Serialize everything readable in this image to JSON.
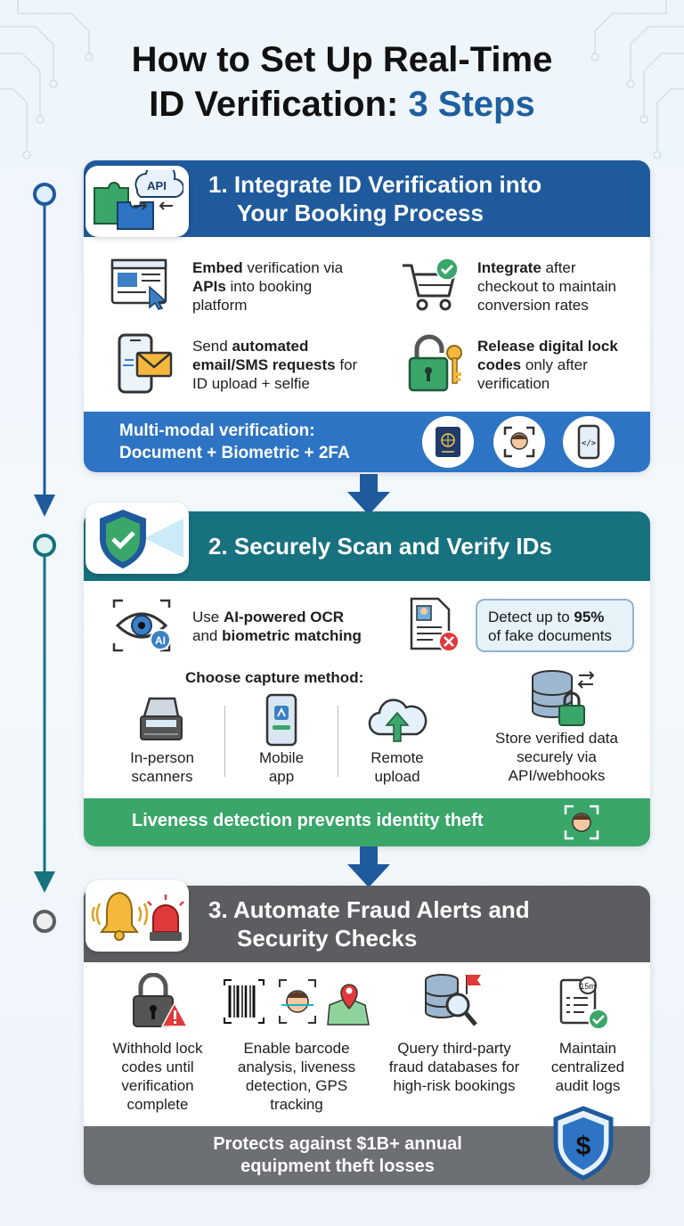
{
  "title": {
    "line1": "How to Set Up Real-Time",
    "line2_main": "ID Verification: ",
    "line2_accent": "3 Steps"
  },
  "colors": {
    "step1": "#1f5a9c",
    "step2": "#17717f",
    "step3": "#5b5d60",
    "green": "#3aa66a",
    "accent": "#1f5f9f"
  },
  "step1": {
    "heading_line1": "1. Integrate ID Verification into",
    "heading_line2": "Your Booking Process",
    "badge_icon": "puzzle-api-icon",
    "badge_label": "API",
    "items": [
      {
        "icon": "browser-cursor-icon",
        "bold1": "Embed",
        "text1": " verification via",
        "bold2": "APIs",
        "text2": " into booking",
        "text3": "platform"
      },
      {
        "icon": "cart-check-icon",
        "bold1": "Integrate",
        "text1": " after",
        "text2": "checkout to maintain",
        "text3": "conversion rates"
      },
      {
        "icon": "phone-mail-icon",
        "text1": "Send ",
        "bold1": "automated",
        "bold2": "email/SMS requests",
        "text2": " for",
        "text3": "ID upload + selfie"
      },
      {
        "icon": "lock-key-icon",
        "bold1": "Release digital lock",
        "bold2": "codes",
        "text2": " only after",
        "text3": "verification"
      }
    ],
    "footer_line1": "Multi-modal verification:",
    "footer_line2": "Document + Biometric + 2FA",
    "footer_icons": [
      "passport-icon",
      "face-scan-icon",
      "phone-code-icon"
    ]
  },
  "step2": {
    "heading": "2. Securely Scan and Verify IDs",
    "badge_icon": "shield-check-scan-icon",
    "ocr_text1": "Use ",
    "ocr_bold1": "AI-powered OCR",
    "ocr_text2": "and ",
    "ocr_bold2": "biometric matching",
    "ocr_icon_label": "AI",
    "detect_text1": "Detect up to ",
    "detect_bold": "95%",
    "detect_text2": "of fake documents",
    "capture_label": "Choose capture method:",
    "capture": [
      {
        "icon": "scanner-icon",
        "line1": "In-person",
        "line2": "scanners"
      },
      {
        "icon": "mobile-app-icon",
        "line1": "Mobile",
        "line2": "app"
      },
      {
        "icon": "cloud-upload-icon",
        "line1": "Remote",
        "line2": "upload"
      }
    ],
    "store_line1": "Store verified data",
    "store_line2": "securely via",
    "store_line3": "API/webhooks",
    "footer": "Liveness detection prevents identity theft"
  },
  "step3": {
    "heading_line1": "3. Automate Fraud Alerts and",
    "heading_line2": "Security Checks",
    "badge_icon": "alarm-bell-siren-icon",
    "items": [
      {
        "icon": "lock-warning-icon",
        "lines": [
          "Withhold lock",
          "codes until",
          "verification",
          "complete"
        ]
      },
      {
        "icon": "barcode-face-map-icon",
        "lines": [
          "Enable barcode",
          "analysis, liveness",
          "detection, GPS",
          "tracking"
        ]
      },
      {
        "icon": "database-search-icon",
        "lines": [
          "Query third-party",
          "fraud databases for",
          "high-risk bookings"
        ]
      },
      {
        "icon": "audit-log-icon",
        "lines": [
          "Maintain",
          "centralized",
          "audit logs"
        ],
        "clock_label": "15m"
      }
    ],
    "footer_line1": "Protects against $1B+ annual",
    "footer_line2": "equipment theft losses",
    "shield_symbol": "$"
  }
}
